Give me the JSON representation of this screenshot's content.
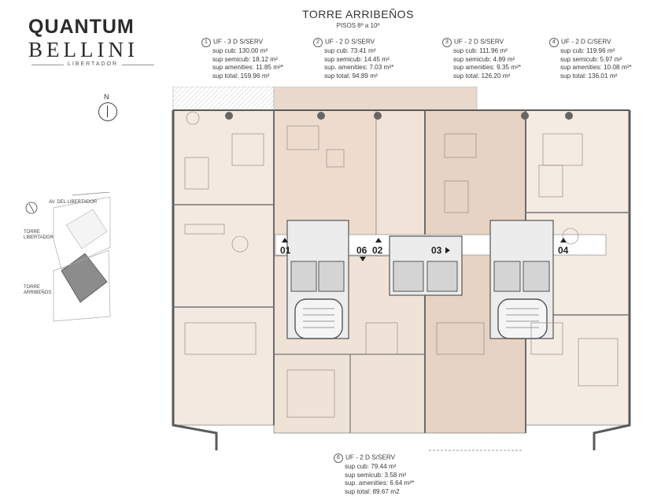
{
  "brand": {
    "line1": "QUANTUM",
    "line2": "BELLINI",
    "line3": "LIBERTADOR"
  },
  "header": {
    "title": "TORRE  ARRIBEÑOS",
    "subtitle": "PISOS  8º a 10º"
  },
  "units": [
    {
      "num": "1",
      "type": "UF - 3 D S/SERV",
      "rows": [
        "sup cub: 130.00 m²",
        "sup semicub: 18.12 m²",
        "sup amenities: 11.85 m²*",
        "sup total: 159.96 m²"
      ]
    },
    {
      "num": "2",
      "type": "UF - 2 D S/SERV",
      "rows": [
        "sup cub: 73.41 m²",
        "sup semicub: 14.45 m²",
        "sup. amenities: 7.03 m²*",
        "sup total: 94.89 m²"
      ]
    },
    {
      "num": "3",
      "type": "UF - 2 D S/SERV",
      "rows": [
        "sup cub: 111.96 m²",
        "sup semicub: 4.89 m²",
        "sup amenities: 9.35 m²*",
        "sup total: 126.20 m²"
      ]
    },
    {
      "num": "4",
      "type": "UF - 2 D C/SERV",
      "rows": [
        "sup cub: 119.96 m²",
        "sup semicub: 5.97 m²",
        "sup amenities: 10.08 m²*",
        "sup total: 136.01 m²"
      ]
    },
    {
      "num": "6",
      "type": "UF - 2 D S/SERV",
      "rows": [
        "sup cub: 79.44 m²",
        "sup semicub: 3.58 m²",
        "sup. amenities: 6.64 m²*",
        "sup total: 89.67 m2"
      ]
    }
  ],
  "plan_tags": [
    "01",
    "06",
    "02",
    "03",
    "04"
  ],
  "compass": {
    "north": "N"
  },
  "keyplan": {
    "street": "AV. DEL LIBERTADOR",
    "tower1": "TORRE\nLIBERTADOR",
    "tower2": "TORRE\nARRIBEÑOS"
  },
  "colors": {
    "unit_fill": "#f2e6dc",
    "unit_fill_dark": "#e6d2c2",
    "wall": "#6b6b6b",
    "core": "#cfcfcf"
  }
}
